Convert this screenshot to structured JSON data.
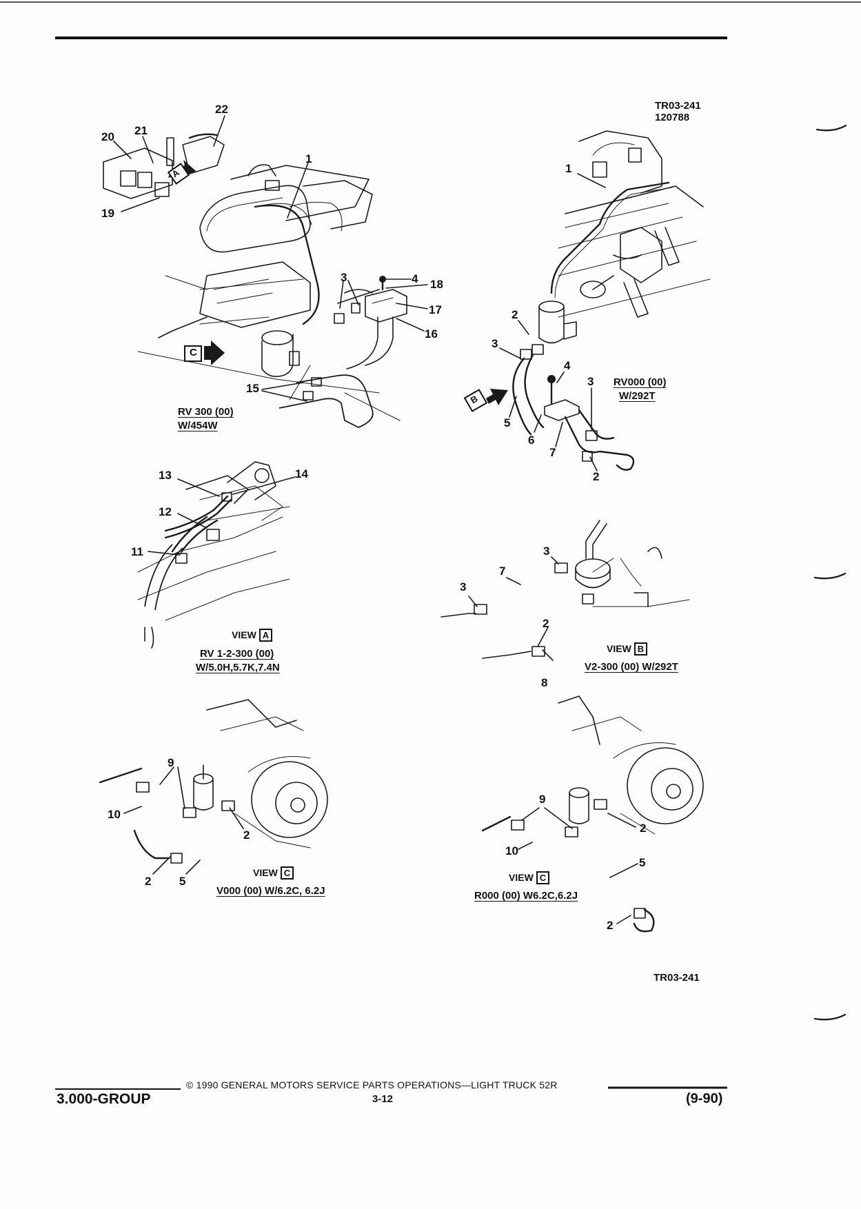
{
  "header": {
    "drawing_code": "TR03-241",
    "drawing_date": "120788"
  },
  "views": {
    "main_left": {
      "line1": "RV 300 (00)",
      "line2": "W/454W"
    },
    "main_right": {
      "line1": "RV000 (00)",
      "line2": "W/292T"
    },
    "view_a": {
      "view_label": "VIEW",
      "view_letter": "A",
      "line1": "RV 1-2-300 (00)",
      "line2": "W/5.0H,5.7K,7.4N"
    },
    "view_b": {
      "view_label": "VIEW",
      "view_letter": "B",
      "line1": "V2-300 (00) W/292T"
    },
    "view_c_left": {
      "view_label": "VIEW",
      "view_letter": "C",
      "line1": "V000 (00) W/6.2C, 6.2J"
    },
    "view_c_right": {
      "view_label": "VIEW",
      "view_letter": "C",
      "line1": "R000 (00) W6.2C,6.2J"
    }
  },
  "arrow_letters": {
    "a": "A",
    "b": "B",
    "c": "C"
  },
  "callouts": {
    "main_left": [
      "22",
      "20",
      "21",
      "1",
      "19",
      "3",
      "4",
      "18",
      "17",
      "16",
      "15"
    ],
    "main_right": [
      "1",
      "2",
      "3",
      "4",
      "3",
      "5",
      "6",
      "7",
      "2"
    ],
    "view_a": [
      "13",
      "14",
      "12",
      "11"
    ],
    "view_b": [
      "3",
      "7",
      "3",
      "2",
      "8"
    ],
    "view_c_left": [
      "9",
      "10",
      "2",
      "2",
      "5"
    ],
    "view_c_right": [
      "9",
      "10",
      "2",
      "5",
      "2"
    ]
  },
  "footer": {
    "copyright": "© 1990 GENERAL MOTORS SERVICE PARTS OPERATIONS—LIGHT TRUCK 52R",
    "group": "3.000-GROUP",
    "page": "3-12",
    "revision": "(9-90)",
    "bottom_code": "TR03-241"
  }
}
